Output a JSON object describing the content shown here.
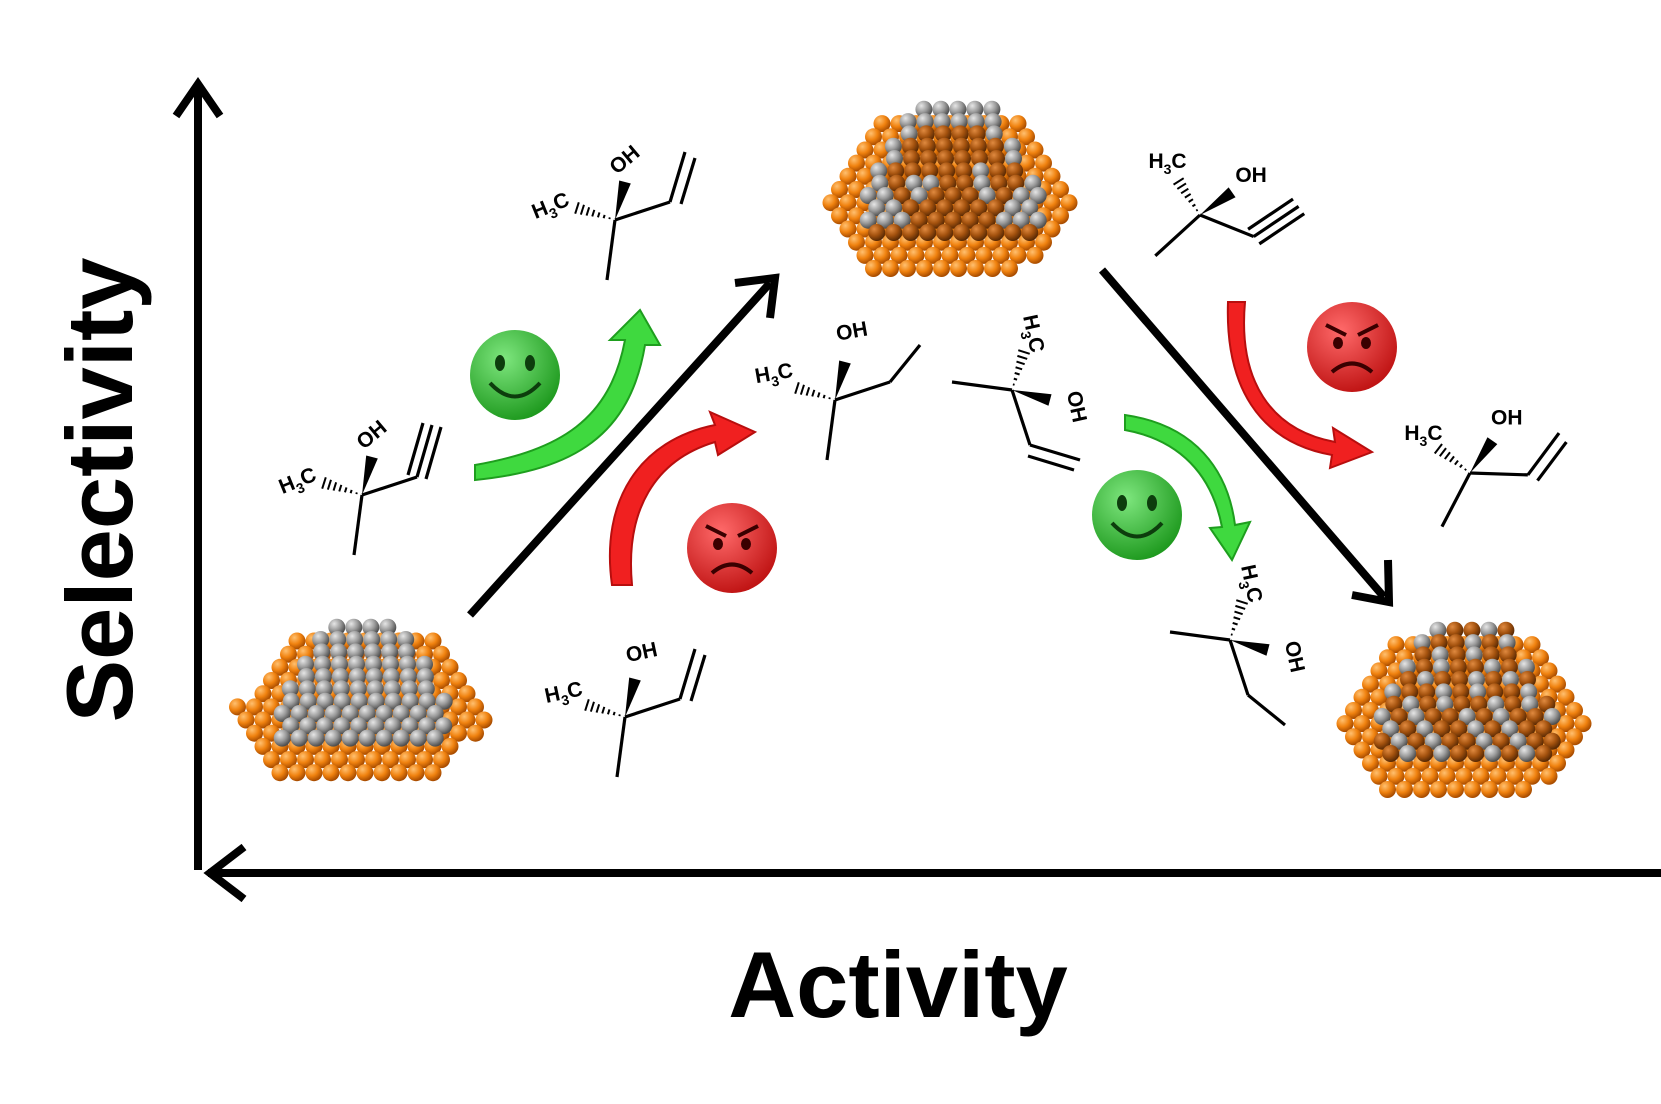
{
  "axes": {
    "y_label": "Selectivity",
    "x_label": "Activity"
  },
  "labels": {
    "methyl": "H",
    "methyl_sub": "3",
    "methyl_c": "C",
    "hydroxyl": "OH"
  },
  "colors": {
    "core": "#8a8a8a",
    "shell": "#e8780c",
    "happy": "#3cb83c",
    "angry": "#e22a2a",
    "good_arrow": "#3fd93f",
    "bad_arrow": "#f02020"
  },
  "particles": [
    {
      "name": "particle-low-activity",
      "core": "full"
    },
    {
      "name": "particle-optimum",
      "core": "partial"
    },
    {
      "name": "particle-high-activity",
      "core": "covered"
    }
  ],
  "reactions": [
    {
      "name": "alkyne-to-alkene",
      "outcome": "good",
      "icon": "smiley-icon"
    },
    {
      "name": "alkene-to-alkane",
      "outcome": "bad",
      "icon": "angry-face-icon"
    },
    {
      "name": "alkene-to-alkane-suppressed",
      "outcome": "good",
      "icon": "smiley-icon"
    },
    {
      "name": "alkyne-to-alkene-suppressed",
      "outcome": "bad",
      "icon": "angry-face-icon"
    }
  ]
}
